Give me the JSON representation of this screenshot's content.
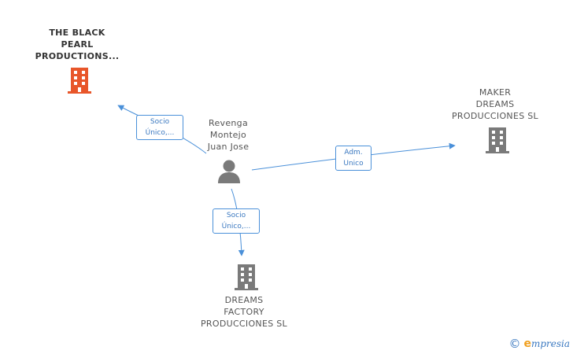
{
  "nodes": {
    "black_pearl": {
      "lines": [
        "THE BLACK",
        "PEARL",
        "PRODUCTIONS..."
      ],
      "icon": "building-icon",
      "color": "#e8562a"
    },
    "person": {
      "lines": [
        "Revenga",
        "Montejo",
        "Juan Jose"
      ],
      "icon": "person-icon",
      "color": "#7a7a7a"
    },
    "maker": {
      "lines": [
        "MAKER",
        "DREAMS",
        "PRODUCCIONES SL"
      ],
      "icon": "building-icon",
      "color": "#7a7a7a"
    },
    "dreams_factory": {
      "lines": [
        "DREAMS",
        "FACTORY",
        "PRODUCCIONES SL"
      ],
      "icon": "building-icon",
      "color": "#7a7a7a"
    }
  },
  "edges": {
    "to_black_pearl": {
      "lines": [
        "Socio",
        "Único,..."
      ]
    },
    "to_maker": {
      "lines": [
        "Adm.",
        "Unico"
      ]
    },
    "to_dreams_factory": {
      "lines": [
        "Socio",
        "Único,..."
      ]
    }
  },
  "colors": {
    "edge": "#4a90d9",
    "accent": "#e8562a",
    "brand_e": "#f0a020"
  },
  "footer": {
    "copyright": "©",
    "brand_initial": "e",
    "brand_rest": "mpresia"
  }
}
